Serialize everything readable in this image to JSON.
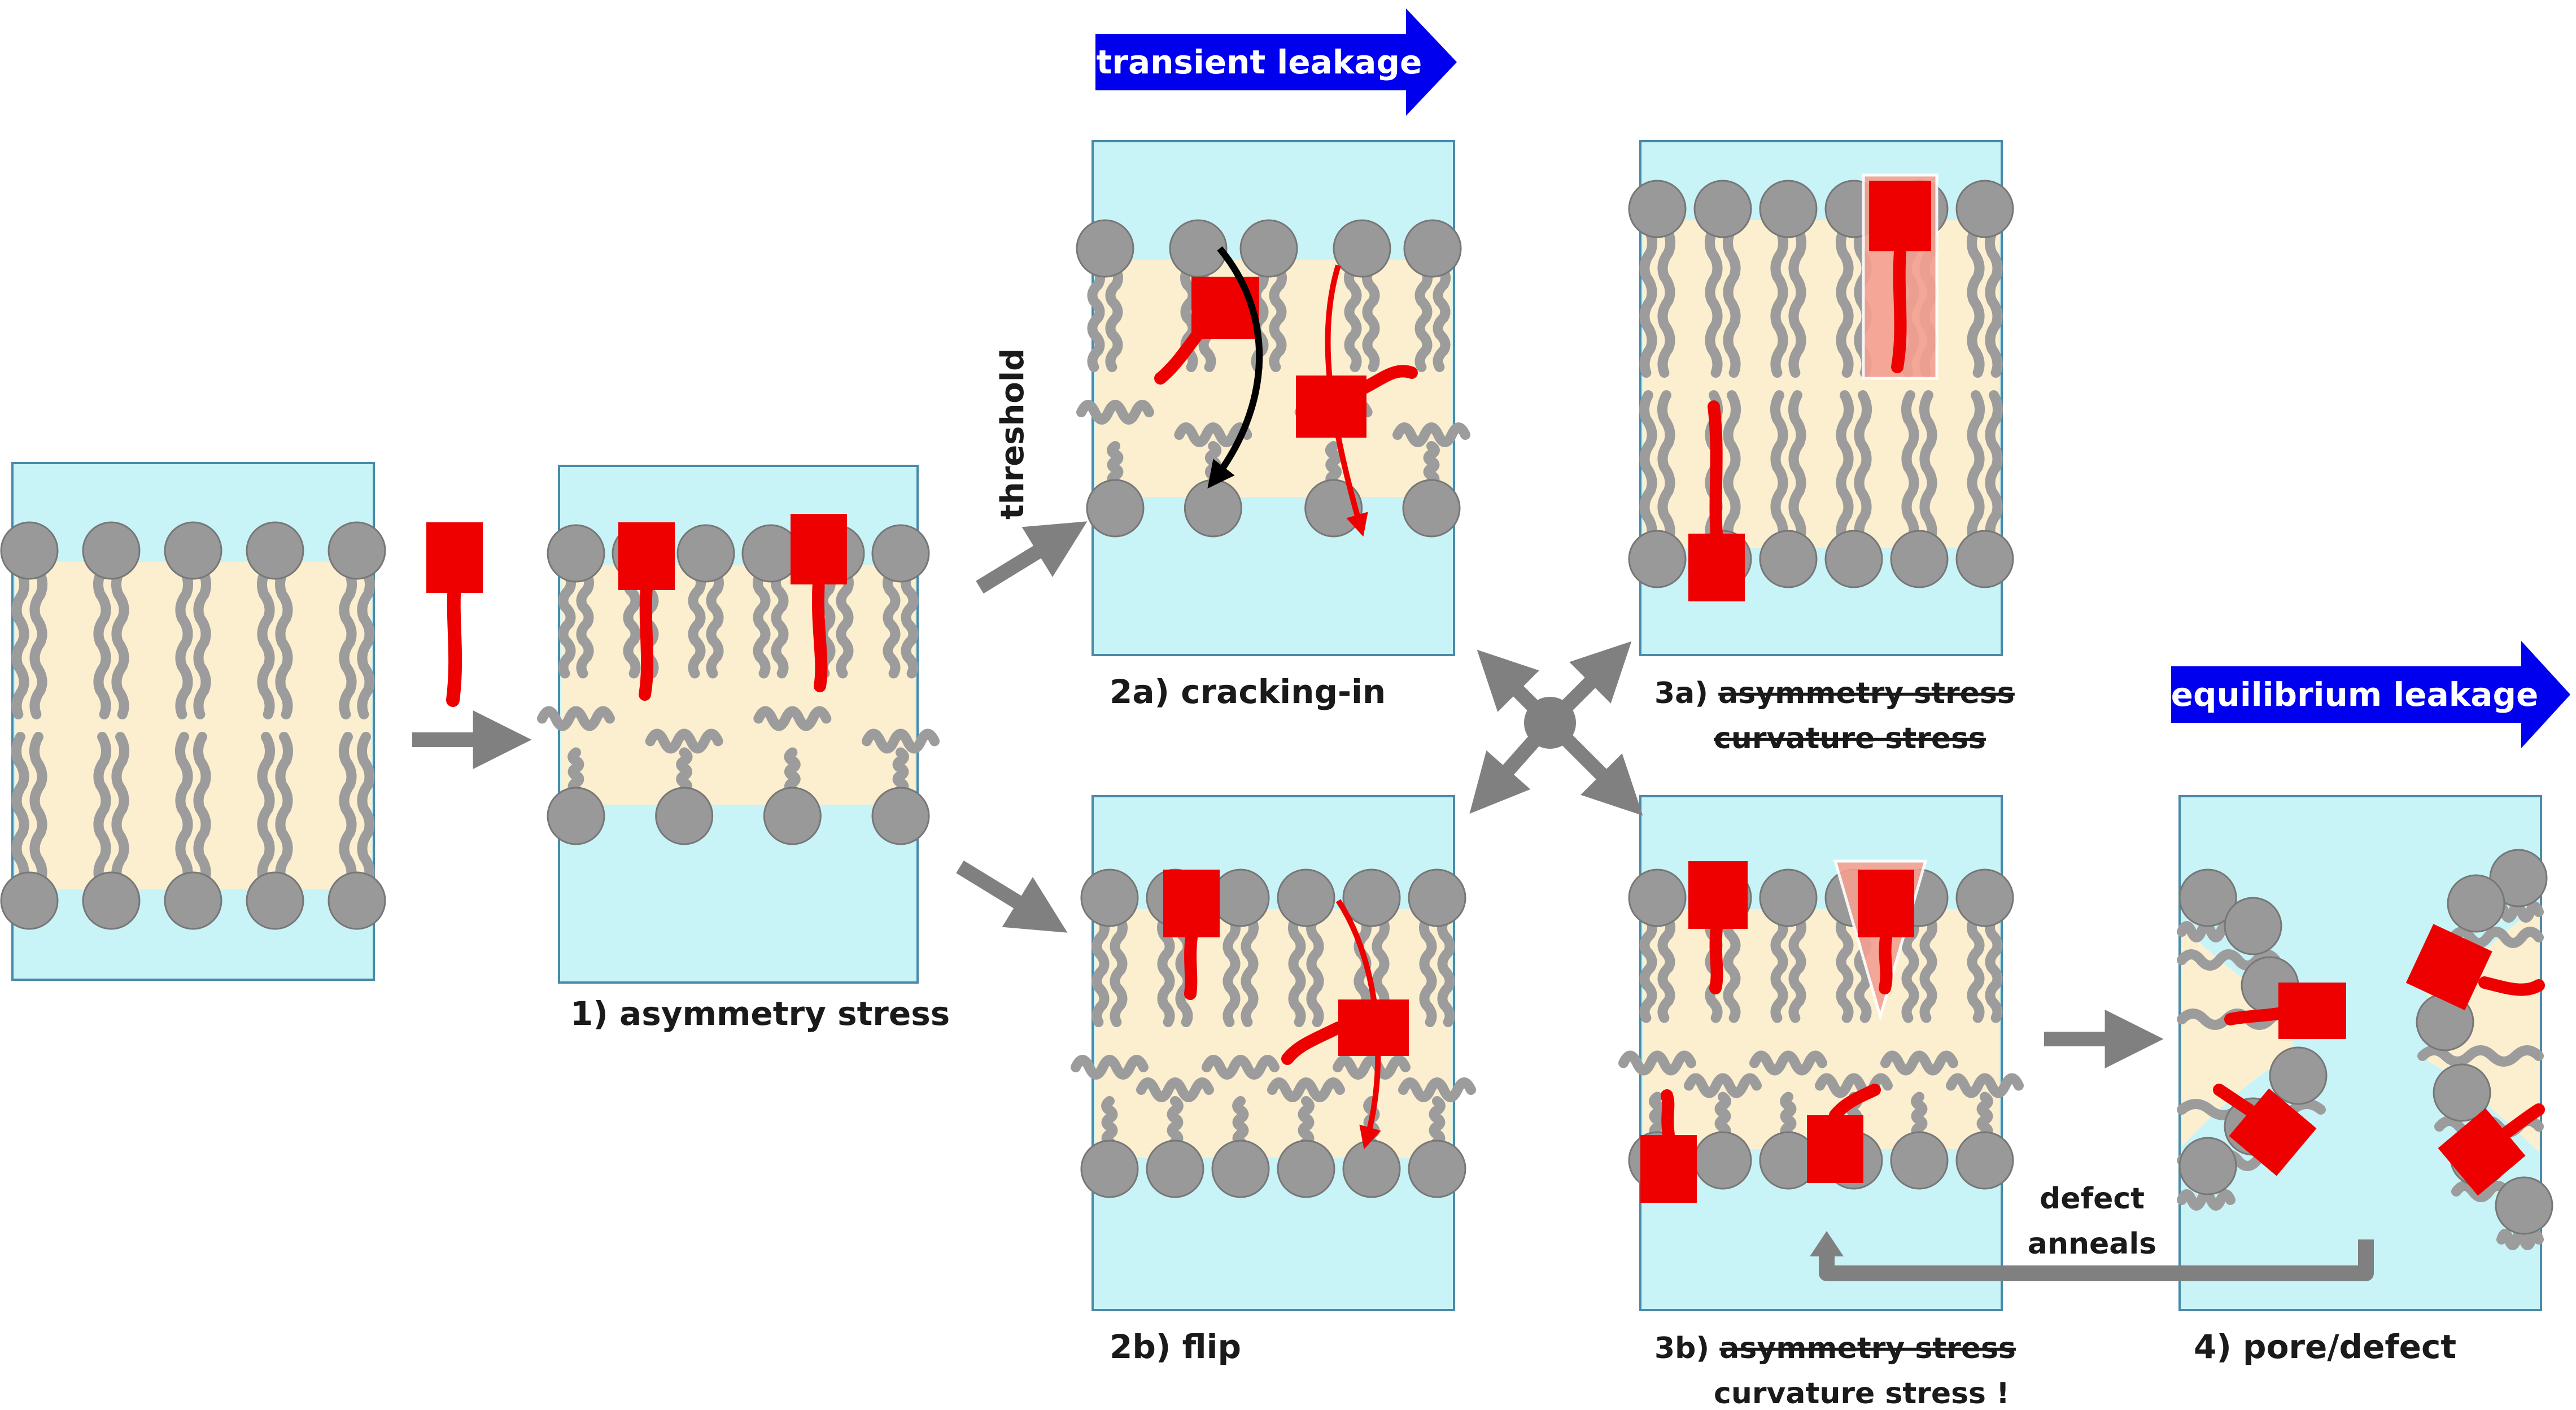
{
  "banners": {
    "transient": "transient leakage",
    "equilibrium": "equilibrium leakage"
  },
  "labels": {
    "threshold": "threshold",
    "step1": "1) asymmetry stress",
    "step2a": "2a) cracking-in",
    "step2b": "2b) flip",
    "step3a_prefix": "3a)",
    "step3a_struck1": "asymmetry stress",
    "step3a_struck2": "curvature stress",
    "step3b_prefix": "3b)",
    "step3b_struck": "asymmetry stress",
    "step3b_line2": "curvature stress !",
    "step4": "4) pore/defect",
    "defect_line1": "defect",
    "defect_line2": "anneals"
  },
  "colors": {
    "water": "#c8f4f8",
    "tail_region": "#fcefcf",
    "lipid_head": "#999999",
    "lipid_tail": "#9c9c9c",
    "peptide": "#ee0000",
    "arrow": "#808080",
    "banner": "#0000ee"
  }
}
